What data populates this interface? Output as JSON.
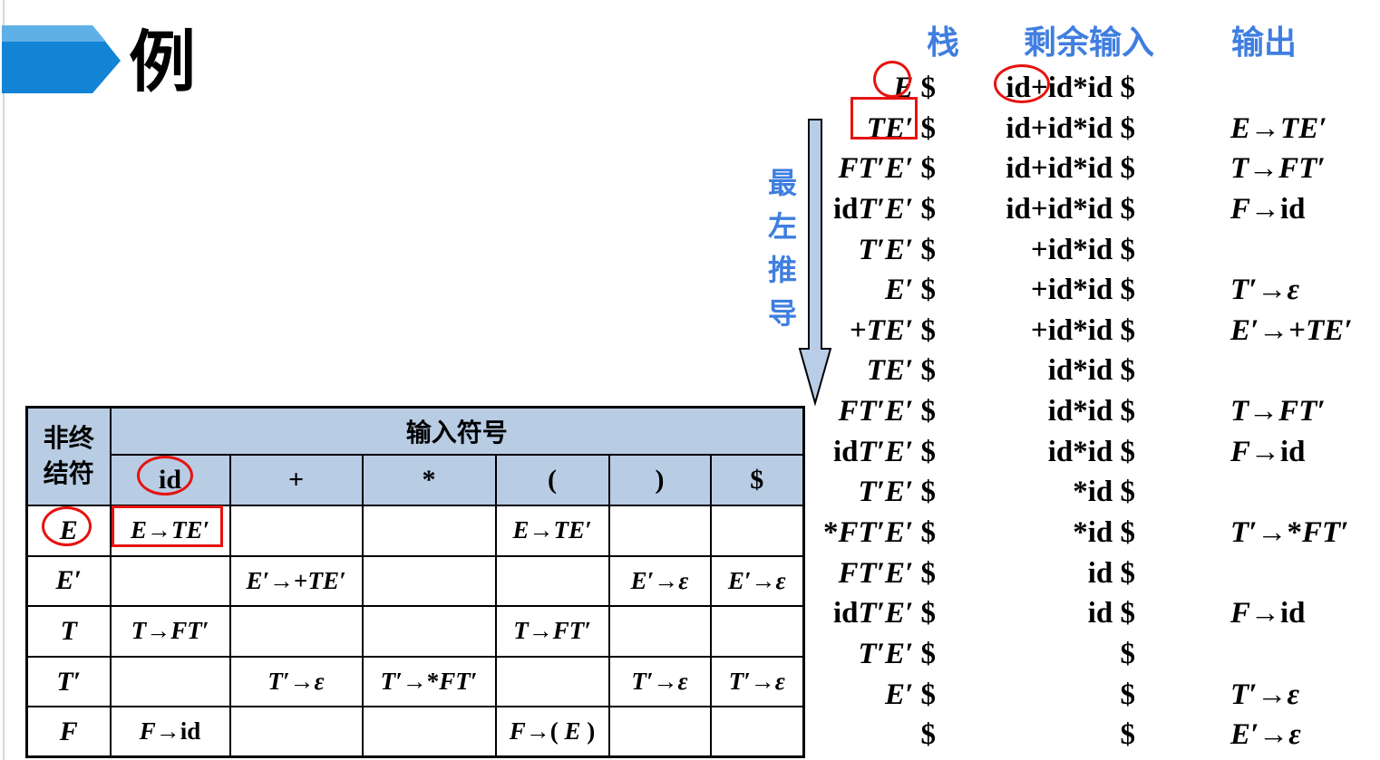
{
  "slide": {
    "title": "例"
  },
  "trace": {
    "headers": {
      "stack": "栈",
      "input": "剩余输入",
      "output": "输出"
    },
    "rows": [
      {
        "stack": "E $",
        "input": "id+id*id $",
        "output": ""
      },
      {
        "stack": "TE′ $",
        "input": "id+id*id $",
        "output": "E→TE′"
      },
      {
        "stack": "FT′E′ $",
        "input": "id+id*id $",
        "output": "T→FT′"
      },
      {
        "stack": "idT′E′ $",
        "input": "id+id*id $",
        "output": "F→id"
      },
      {
        "stack": "T′E′ $",
        "input": "+id*id $",
        "output": ""
      },
      {
        "stack": "E′ $",
        "input": "+id*id $",
        "output": "T′→ε"
      },
      {
        "stack": "+TE′ $",
        "input": "+id*id $",
        "output": "E′→+TE′"
      },
      {
        "stack": "TE′ $",
        "input": "id*id $",
        "output": ""
      },
      {
        "stack": "FT′E′ $",
        "input": "id*id $",
        "output": "T→FT′"
      },
      {
        "stack": "idT′E′ $",
        "input": "id*id $",
        "output": "F→id"
      },
      {
        "stack": "T′E′ $",
        "input": "*id $",
        "output": ""
      },
      {
        "stack": "*FT′E′ $",
        "input": "*id $",
        "output": "T′→*FT′"
      },
      {
        "stack": "FT′E′ $",
        "input": "id $",
        "output": ""
      },
      {
        "stack": "idT′E′ $",
        "input": "id $",
        "output": "F→id"
      },
      {
        "stack": "T′E′ $",
        "input": "$",
        "output": ""
      },
      {
        "stack": "E′ $",
        "input": "$",
        "output": "T′→ε"
      },
      {
        "stack": "$",
        "input": "$",
        "output": "E′→ε"
      }
    ]
  },
  "derivation": {
    "label": "最左推导"
  },
  "parse_table": {
    "corner_line1": "非终",
    "corner_line2": "结符",
    "input_header": "输入符号",
    "terminals": [
      "id",
      "+",
      "*",
      "(",
      ")",
      "$"
    ],
    "rows": [
      {
        "nt": "E",
        "cells": [
          "E→TE′",
          "",
          "",
          "E→TE′",
          "",
          ""
        ]
      },
      {
        "nt": "E′",
        "cells": [
          "",
          "E′→+TE′",
          "",
          "",
          "E′→ε",
          "E′→ε"
        ]
      },
      {
        "nt": "T",
        "cells": [
          "T→FT′",
          "",
          "",
          "T→FT′",
          "",
          ""
        ]
      },
      {
        "nt": "T′",
        "cells": [
          "",
          "T′→ε",
          "T′→*FT′",
          "",
          "T′→ε",
          "T′→ε"
        ]
      },
      {
        "nt": "F",
        "cells": [
          "F→id",
          "",
          "",
          "F→( E )",
          "",
          ""
        ]
      }
    ]
  },
  "annotations": [
    {
      "shape": "ellipse",
      "target": "trace-stack-E"
    },
    {
      "shape": "ellipse",
      "target": "trace-input-id"
    },
    {
      "shape": "rect",
      "target": "trace-stack-TE"
    },
    {
      "shape": "ellipse",
      "target": "table-terminal-id"
    },
    {
      "shape": "ellipse",
      "target": "table-nonterminal-E"
    },
    {
      "shape": "rect",
      "target": "table-cell-E-id"
    }
  ],
  "colors": {
    "accent_blue": "#3f7ee0",
    "banner_blue": "#1283d5",
    "banner_light_blue": "#5fb0e6",
    "table_header_fill": "#b8cce4",
    "arrow_fill": "#b9cde8",
    "annotation_red": "#e61210"
  }
}
